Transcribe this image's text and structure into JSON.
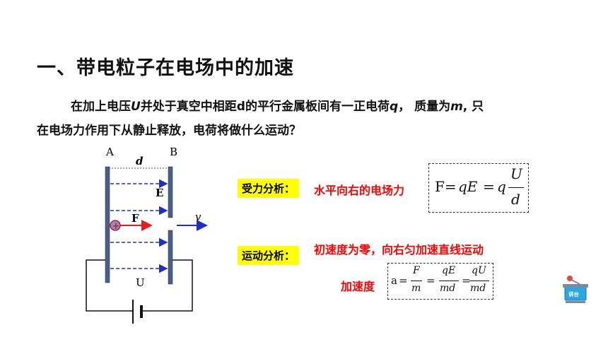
{
  "title": "一、带电粒子在电场中的加速",
  "problem": {
    "l1_a": "在加上电压",
    "l1_U": "U",
    "l1_b": "并处于真空中相距d的平行金属板间有一正电荷",
    "l1_q": "q",
    "l1_c": "， 质量为",
    "l1_m": "m",
    "l1_d": ", 只",
    "l2": "在电场力作用下从静止释放，电荷将做什么运动？"
  },
  "diagram": {
    "plate_a": "A",
    "plate_b": "B",
    "distance": "d",
    "field": "E",
    "force": "F",
    "velocity": "v",
    "voltage": "U",
    "charge_sign": "+"
  },
  "force_analysis": {
    "label": "受力分析：",
    "text": "水平向右的电场力",
    "formula": {
      "lhs": "F=",
      "qE": "qE",
      "eq": "=",
      "q": "q",
      "num": "U",
      "den": "d"
    }
  },
  "motion_analysis": {
    "label": "运动分析：",
    "text": "初速度为零，向右匀加速直线运动",
    "accel_label": "加速度",
    "formula": {
      "a": "a",
      "eq1": "=",
      "f1n": "F",
      "f1d": "m",
      "eq2": "=",
      "f2n": "qE",
      "f2d": "md",
      "eq3": "=",
      "f3n": "qU",
      "f3d": "md"
    }
  },
  "podium_icon": {
    "label": "讲台",
    "colors": {
      "body": "#2aa6e0",
      "lamp": "#e8443a",
      "base": "#7a8aa0"
    }
  }
}
